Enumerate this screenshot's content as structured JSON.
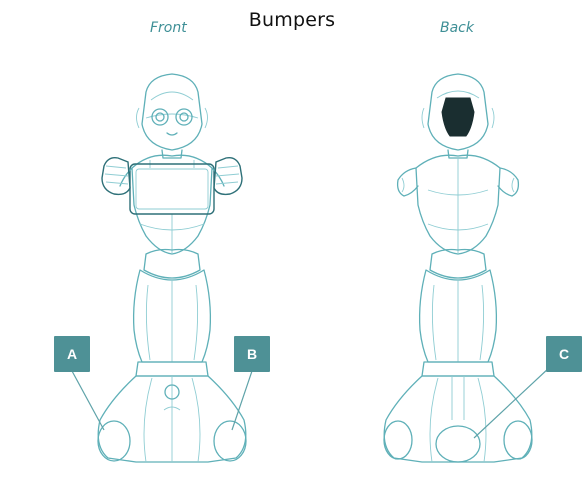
{
  "title": "Bumpers",
  "views": {
    "front": "Front",
    "back": "Back"
  },
  "callouts": {
    "a": "A",
    "b": "B",
    "c": "C"
  },
  "colors": {
    "line": "#5fb0b8",
    "callout_bg": "#4e9196",
    "label": "#3e8f96"
  }
}
